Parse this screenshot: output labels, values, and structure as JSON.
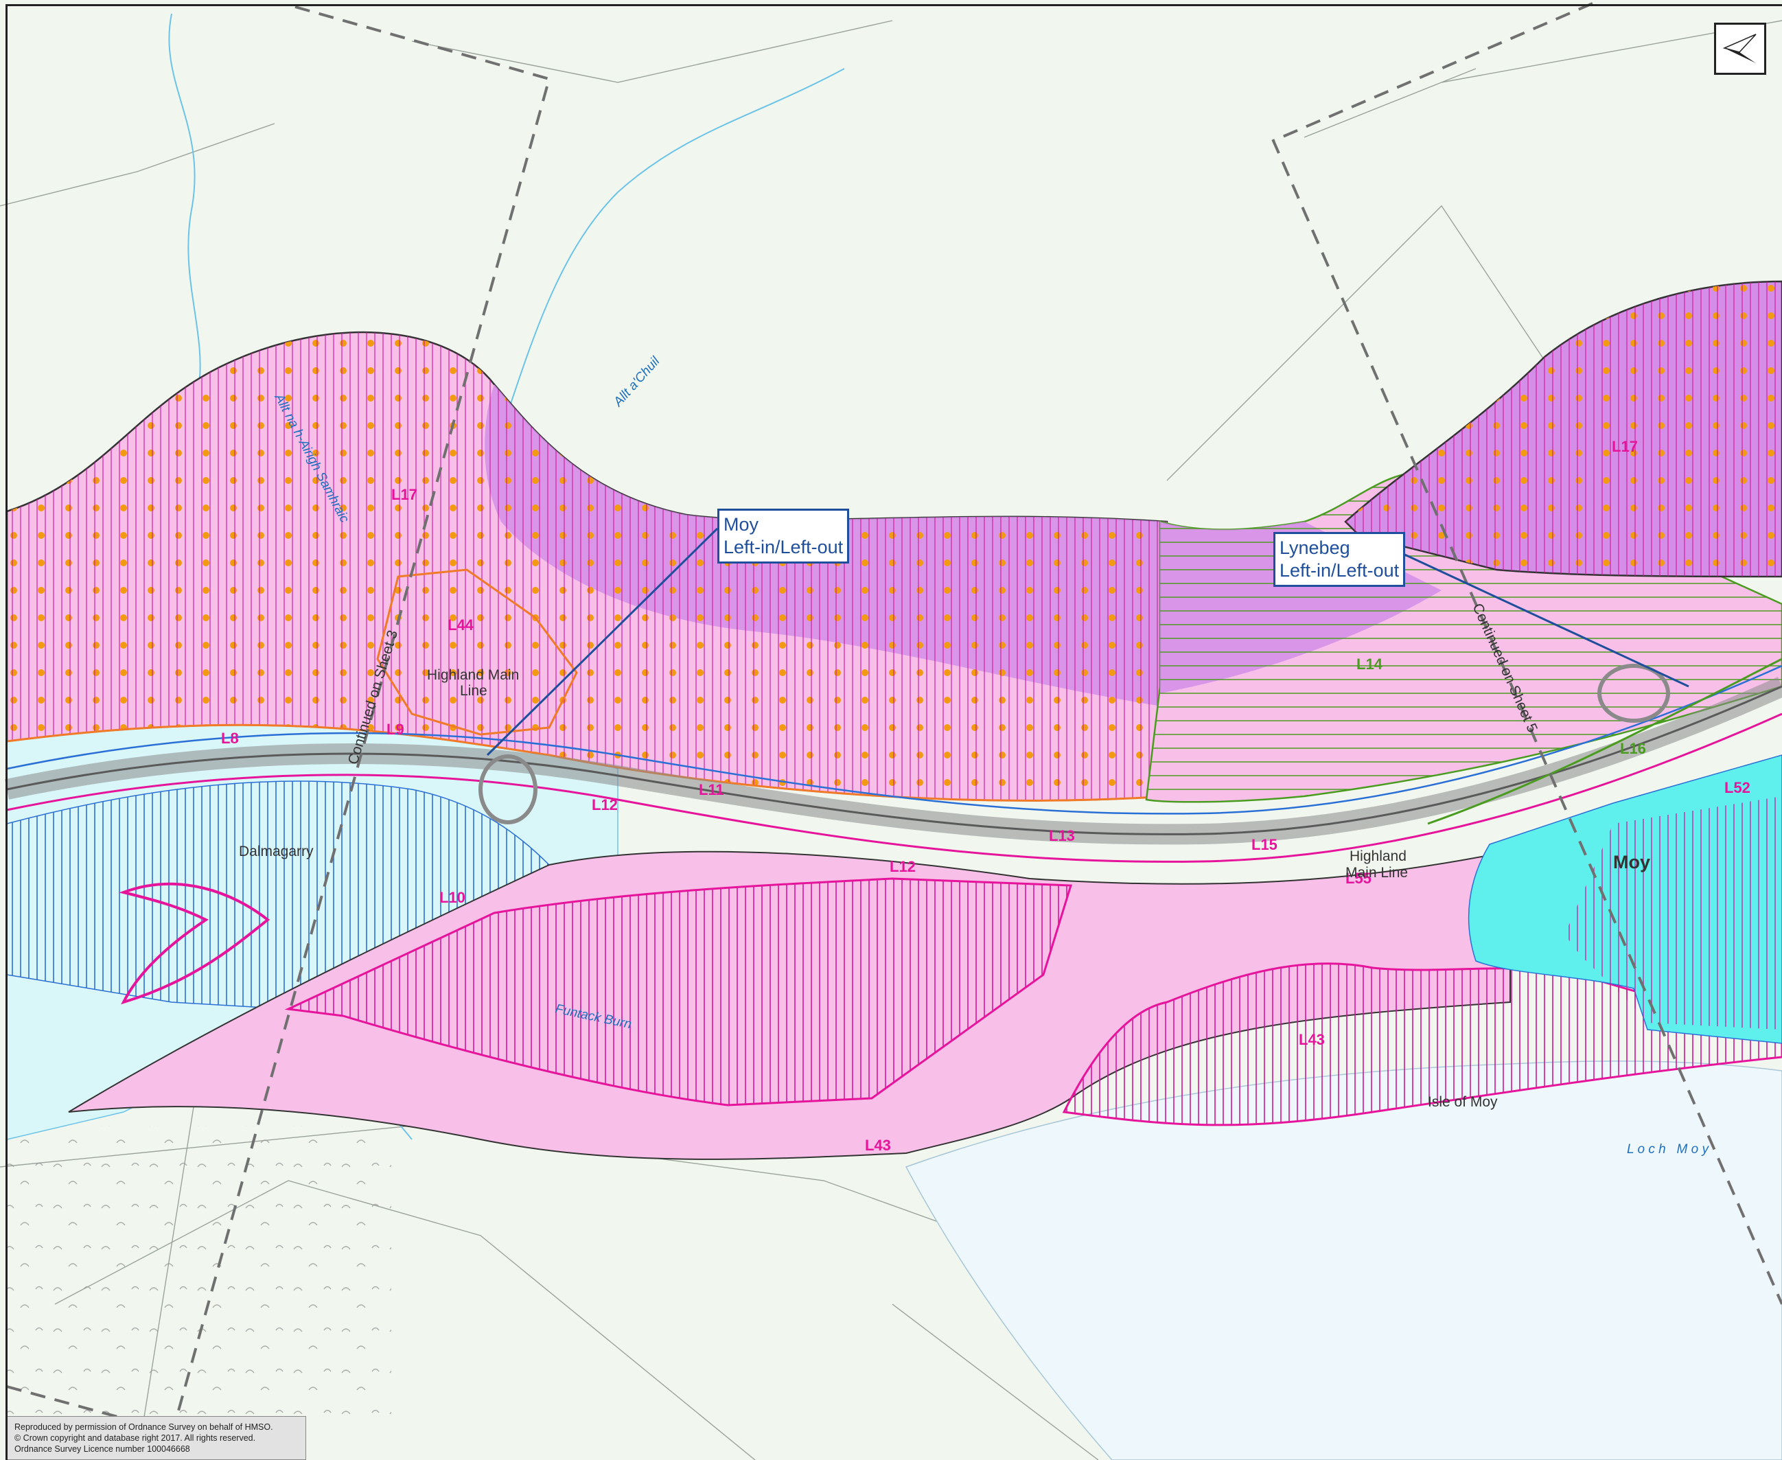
{
  "map": {
    "colors": {
      "background": "#ffffff",
      "farmland": "#f1f7ef",
      "lake": "#eef8fc",
      "light_water_zone": "#d9f6f8",
      "cyan_zone": "#5ff0ee",
      "pink_zone": "#f8c0e8",
      "violet_zone": "#d48ee8",
      "magenta_outline": "#e6149b",
      "blue_outline": "#2a6fd6",
      "orange_outline": "#f07a28",
      "green_outline": "#4a9c20",
      "dot_orange": "#f29a12",
      "road_grey": "#8a8a8a",
      "sheet_dash": "#707070",
      "stream_blue": "#6cc3e8"
    },
    "parcels": [
      {
        "id": "L8",
        "color": "#e6149b"
      },
      {
        "id": "L9",
        "color": "#e6149b"
      },
      {
        "id": "L10",
        "color": "#e6149b"
      },
      {
        "id": "L11",
        "color": "#e6149b"
      },
      {
        "id": "L12",
        "color": "#e6149b"
      },
      {
        "id": "L12",
        "color": "#e6149b"
      },
      {
        "id": "L13",
        "color": "#e6149b"
      },
      {
        "id": "L14",
        "color": "#4a9c20"
      },
      {
        "id": "L15",
        "color": "#e6149b"
      },
      {
        "id": "L16",
        "color": "#4a9c20"
      },
      {
        "id": "L17",
        "color": "#e6149b"
      },
      {
        "id": "L17",
        "color": "#e6149b"
      },
      {
        "id": "L43",
        "color": "#e6149b"
      },
      {
        "id": "L43",
        "color": "#e6149b"
      },
      {
        "id": "L44",
        "color": "#e6149b"
      },
      {
        "id": "L52",
        "color": "#e6149b"
      },
      {
        "id": "L55",
        "color": "#e6149b"
      }
    ],
    "places": {
      "dalmagarry": "Dalmagarry",
      "highland_main_line_1a": "Highland Main",
      "highland_main_line_1b": "Line",
      "highland_main_line_2a": "Highland",
      "highland_main_line_2b": "Main Line",
      "isle_of_moy": "Isle of Moy",
      "moy": "Moy"
    },
    "water": {
      "allt_na_airigh": "Allt na h-Airigh Samhraic",
      "allt_a_chuil": "Allt a'Chuil",
      "funtack_burn": "Funtack Burn",
      "loch_moy": "L o c h   M o y"
    },
    "sheets": {
      "sheet3": "Continued on Sheet 3",
      "sheet5": "Continued on Sheet 5"
    },
    "junctions": {
      "moy": {
        "line1": "Moy",
        "line2": "Left-in/Left-out"
      },
      "lynebeg": {
        "line1": "Lynebeg",
        "line2": "Left-in/Left-out"
      }
    },
    "copyright": {
      "line1": "Reproduced by permission of Ordnance Survey on behalf of HMSO.",
      "line2": "© Crown copyright and database right 2017. All rights reserved.",
      "line3": "Ordnance Survey Licence number 100046668"
    },
    "north_arrow": "north-arrow-icon"
  }
}
